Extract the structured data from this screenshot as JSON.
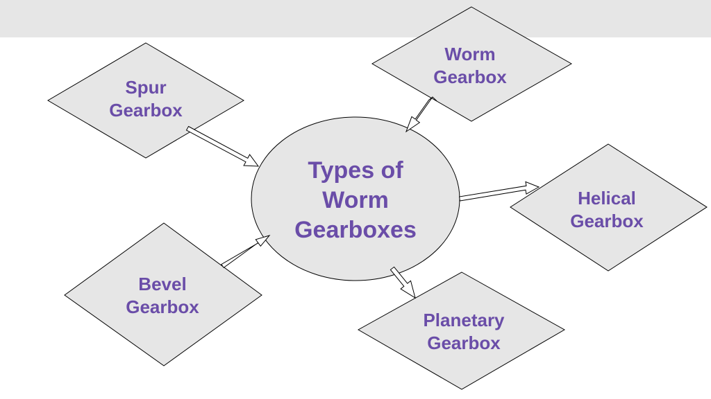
{
  "colors": {
    "shape_fill": "#e6e6e6",
    "stroke": "#000000",
    "text": "#6a4da8",
    "band": "#e6e6e6"
  },
  "center": {
    "line1": "Types of",
    "line2": "Worm",
    "line3": "Gearboxes"
  },
  "nodes": {
    "spur": {
      "line1": "Spur",
      "line2": "Gearbox"
    },
    "worm": {
      "line1": "Worm",
      "line2": "Gearbox"
    },
    "helical": {
      "line1": "Helical",
      "line2": "Gearbox"
    },
    "bevel": {
      "line1": "Bevel",
      "line2": "Gearbox"
    },
    "planetary": {
      "line1": "Planetary",
      "line2": "Gearbox"
    }
  }
}
